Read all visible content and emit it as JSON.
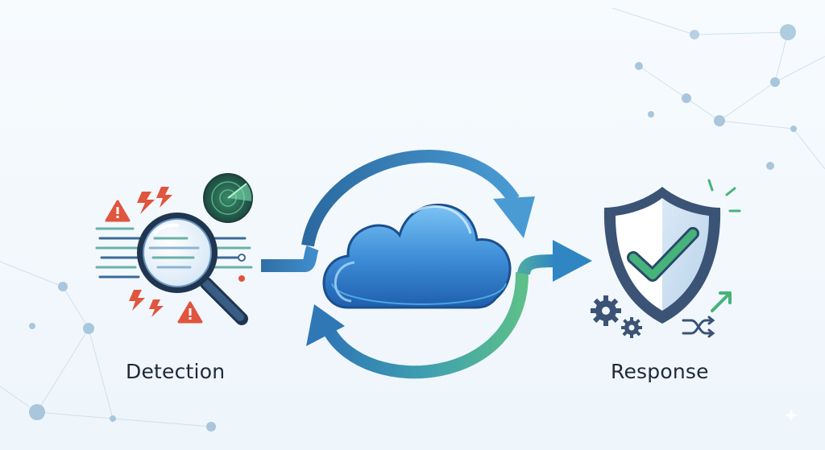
{
  "labels": {
    "detection": "Detection",
    "response": "Response"
  },
  "icons": {
    "detection": [
      "warning-icon",
      "lightning-icon",
      "radar-icon",
      "magnifier-icon"
    ],
    "center": [
      "cloud-icon",
      "cycle-arrows"
    ],
    "response": [
      "shield-check-icon",
      "gear-icon",
      "shuffle-icon",
      "trend-up-icon"
    ]
  },
  "colors": {
    "blue_dark": "#2f6fa5",
    "blue_mid": "#3d8bc4",
    "green": "#52b58a",
    "warning_red": "#e0553d",
    "cloud_blue": "#3f8fd8",
    "shield_navy": "#3b5375",
    "check_green": "#46b37a",
    "network": "#a9c6dc"
  }
}
